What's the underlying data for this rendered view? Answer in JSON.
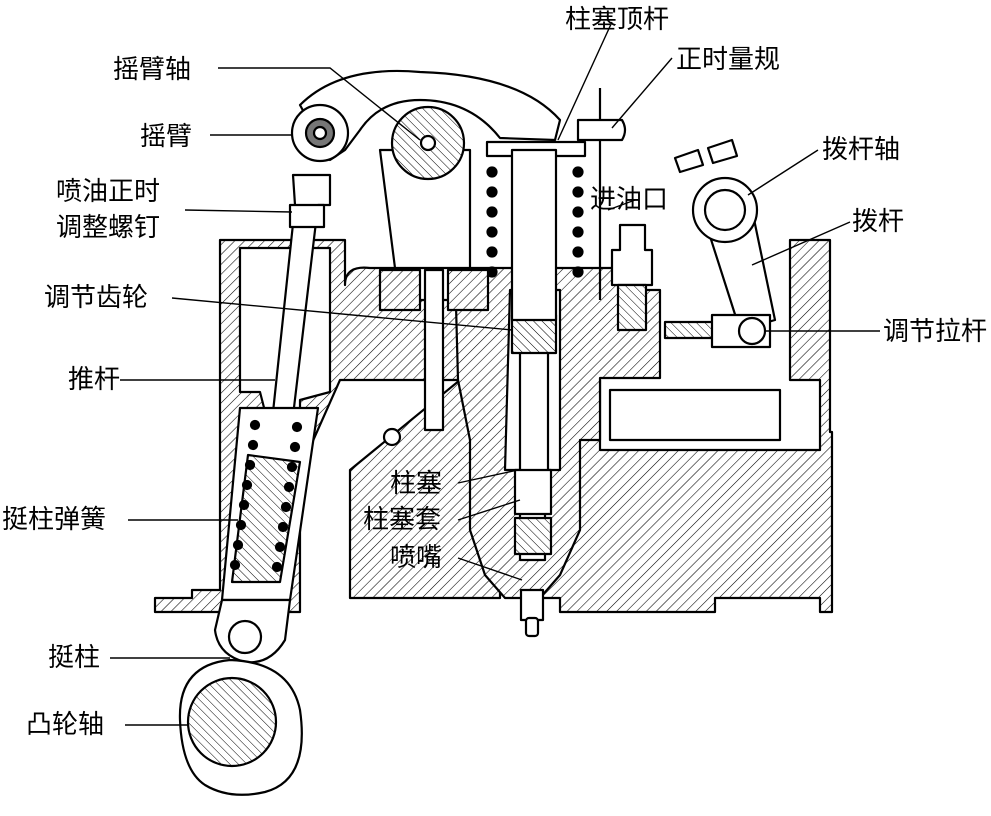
{
  "labels": {
    "plunger_top_rod": "柱塞顶杆",
    "timing_gauge": "正时量规",
    "rocker_shaft": "摇臂轴",
    "rocker_arm": "摇臂",
    "timing_screw_line1": "喷油正时",
    "timing_screw_line2": "调整螺钉",
    "fuel_inlet": "进油口",
    "lever_shaft": "拨杆轴",
    "lever": "拨杆",
    "adjust_gear": "调节齿轮",
    "adjust_rod": "调节拉杆",
    "push_rod": "推杆",
    "plunger": "柱塞",
    "plunger_sleeve": "柱塞套",
    "nozzle": "喷嘴",
    "tappet_spring": "挺柱弹簧",
    "tappet": "挺柱",
    "camshaft": "凸轮轴"
  },
  "colors": {
    "ink": "#000000",
    "paper": "#ffffff",
    "bore": "#777777"
  }
}
